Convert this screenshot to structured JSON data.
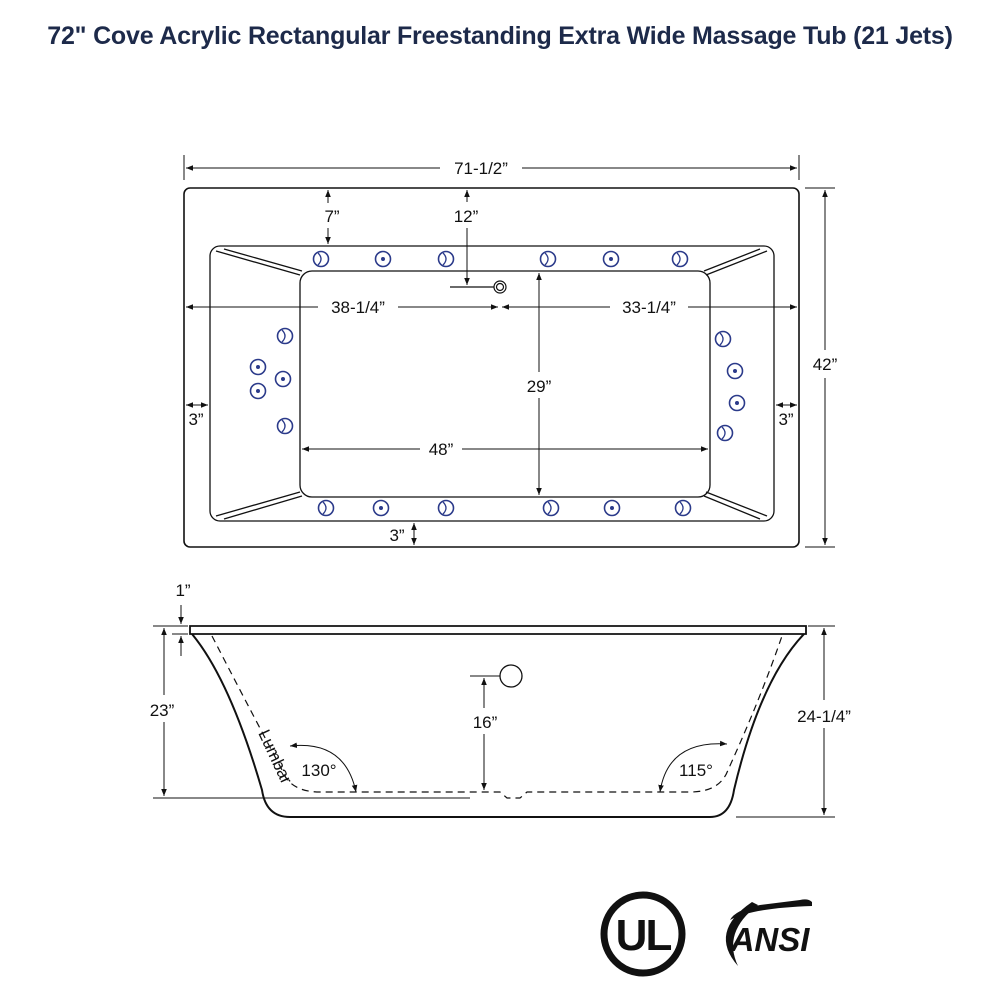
{
  "title": "72\" Cove Acrylic Rectangular Freestanding Extra Wide Massage Tub (21 Jets)",
  "top_view": {
    "overall_length": "71-1/2”",
    "overall_width": "42”",
    "ledge_top": "7”",
    "drain_from_top": "12”",
    "left_to_drain": "38-1/4”",
    "drain_to_right": "33-1/4”",
    "floor_width": "29”",
    "floor_length": "48”",
    "left_ledge": "3”",
    "right_ledge": "3”",
    "bottom_ledge": "3”"
  },
  "side_view": {
    "rim_thickness": "1”",
    "interior_depth": "23”",
    "overflow_height": "16”",
    "overall_height": "24-1/4”",
    "backrest_left_angle": "130°",
    "backrest_right_angle": "115°",
    "lumbar_label": "Lumbar"
  },
  "logos": {
    "ul": "UL",
    "ansi": "ANSI"
  },
  "colors": {
    "jet": "#2b3a8a",
    "line": "#111111",
    "title": "#1d2a4a"
  }
}
